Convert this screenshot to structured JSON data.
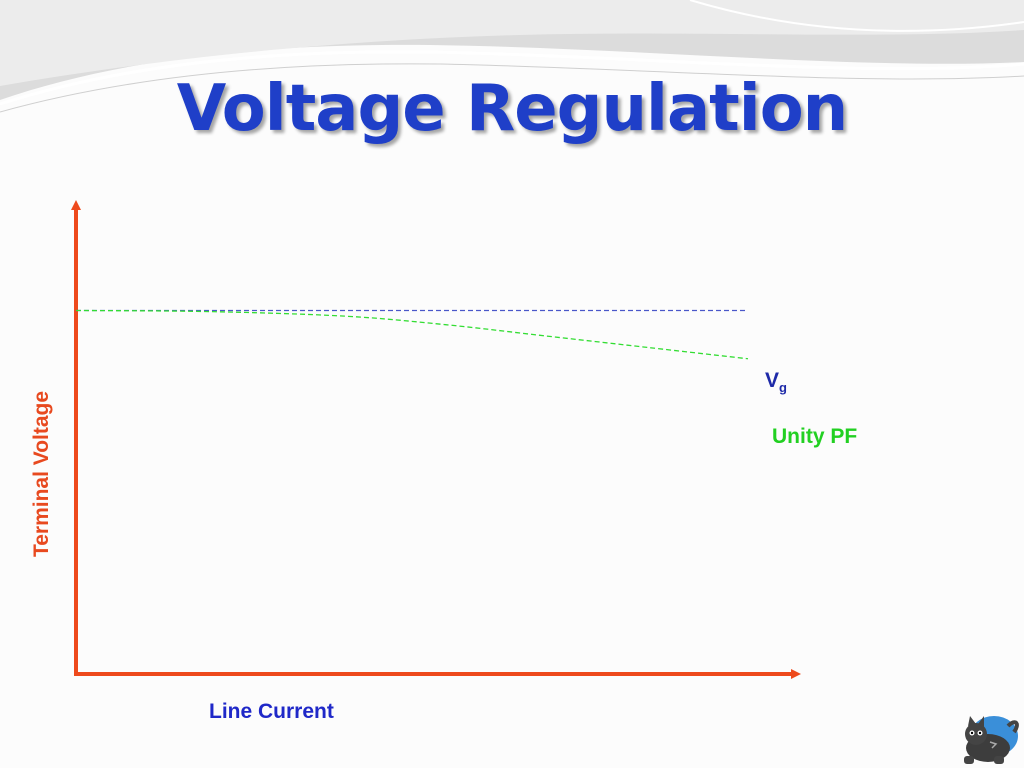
{
  "slide": {
    "title": "Voltage Regulation"
  },
  "chart_data": {
    "type": "line",
    "title": "Voltage Regulation",
    "xlabel": "Line Current",
    "ylabel": "Terminal Voltage",
    "xlim": [
      0,
      1
    ],
    "ylim": [
      0,
      1
    ],
    "grid": false,
    "legend": "none",
    "axis_color": "#ee4a1c",
    "series": [
      {
        "name": "V",
        "name_sub": "g",
        "color": "#4a57c9",
        "style": "dashed",
        "x": [
          0,
          1
        ],
        "y": [
          0.64,
          0.64
        ]
      },
      {
        "name": "Unity PF",
        "color": "#33dd33",
        "style": "dashed",
        "x": [
          0,
          0.2,
          0.4,
          0.55,
          0.7,
          0.85,
          1.0
        ],
        "y": [
          0.64,
          0.638,
          0.63,
          0.615,
          0.595,
          0.575,
          0.555
        ]
      }
    ]
  }
}
